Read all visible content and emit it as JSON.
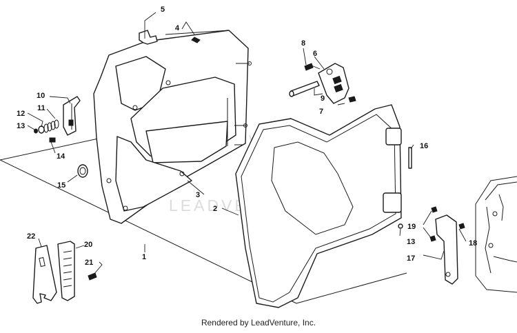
{
  "watermark": {
    "text": "LEADVENTURE"
  },
  "footer": {
    "credit": "Rendered by LeadVenture, Inc."
  },
  "callouts": [
    {
      "id": "c1",
      "label": "1"
    },
    {
      "id": "c2",
      "label": "2"
    },
    {
      "id": "c3",
      "label": "3"
    },
    {
      "id": "c4",
      "label": "4"
    },
    {
      "id": "c5",
      "label": "5"
    },
    {
      "id": "c6",
      "label": "6"
    },
    {
      "id": "c7",
      "label": "7"
    },
    {
      "id": "c8",
      "label": "8"
    },
    {
      "id": "c9",
      "label": "9"
    },
    {
      "id": "c10",
      "label": "10"
    },
    {
      "id": "c11",
      "label": "11"
    },
    {
      "id": "c12",
      "label": "12"
    },
    {
      "id": "c13a",
      "label": "13"
    },
    {
      "id": "c13b",
      "label": "13"
    },
    {
      "id": "c14",
      "label": "14"
    },
    {
      "id": "c15",
      "label": "15"
    },
    {
      "id": "c16",
      "label": "16"
    },
    {
      "id": "c17",
      "label": "17"
    },
    {
      "id": "c18",
      "label": "18"
    },
    {
      "id": "c19",
      "label": "19"
    },
    {
      "id": "c20",
      "label": "20"
    },
    {
      "id": "c21",
      "label": "21"
    },
    {
      "id": "c22",
      "label": "22"
    }
  ]
}
